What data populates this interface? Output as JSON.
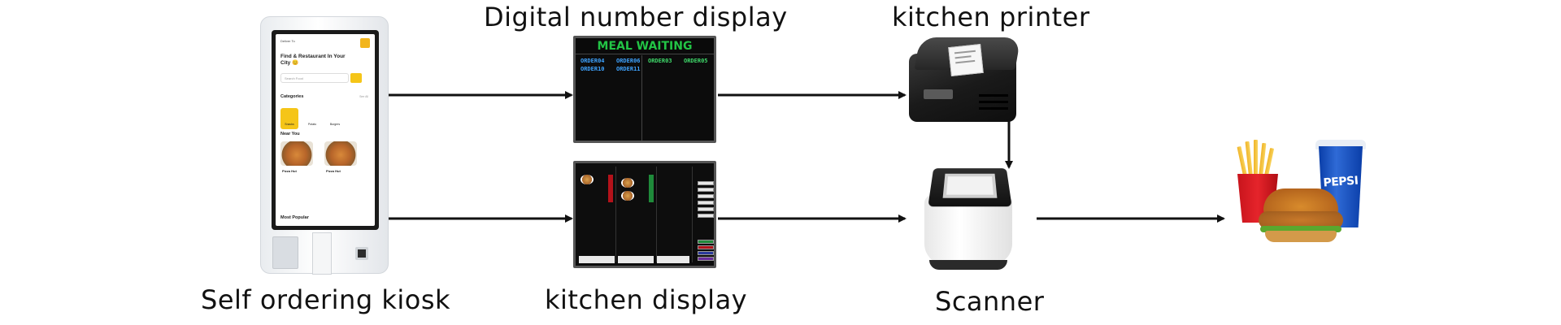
{
  "labels": {
    "kiosk": "Self ordering kiosk",
    "number_display": "Digital number display",
    "kitchen_display": "kitchen display",
    "kitchen_printer": "kitchen printer",
    "scanner": "Scanner"
  },
  "kiosk_app": {
    "greeting": "Deliver To",
    "headline": "Find & Restaurant In Your City 😊",
    "search_placeholder": "Search Food",
    "categories_title": "Categories",
    "see_all": "See All",
    "categories": [
      "Snacks",
      "Potato",
      "Burgers"
    ],
    "near_you_title": "Near You",
    "near_you": [
      "Pizza Hut",
      "Pizza Hut"
    ],
    "most_popular_title": "Most Popular"
  },
  "number_display": {
    "header": "MEAL WAITING",
    "waiting_orders": [
      "ORDER04",
      "ORDER06",
      "ORDER10",
      "ORDER11"
    ],
    "ready_orders": [
      "ORDER03",
      "ORDER05"
    ]
  },
  "food": {
    "cup_brand": "PEPSI"
  },
  "colors": {
    "arrow": "#111111",
    "display_green": "#22c445",
    "order_blue": "#3ea3ff",
    "kiosk_accent": "#f5c518"
  },
  "icons": [
    "arrow-right-icon",
    "arrow-down-icon"
  ]
}
